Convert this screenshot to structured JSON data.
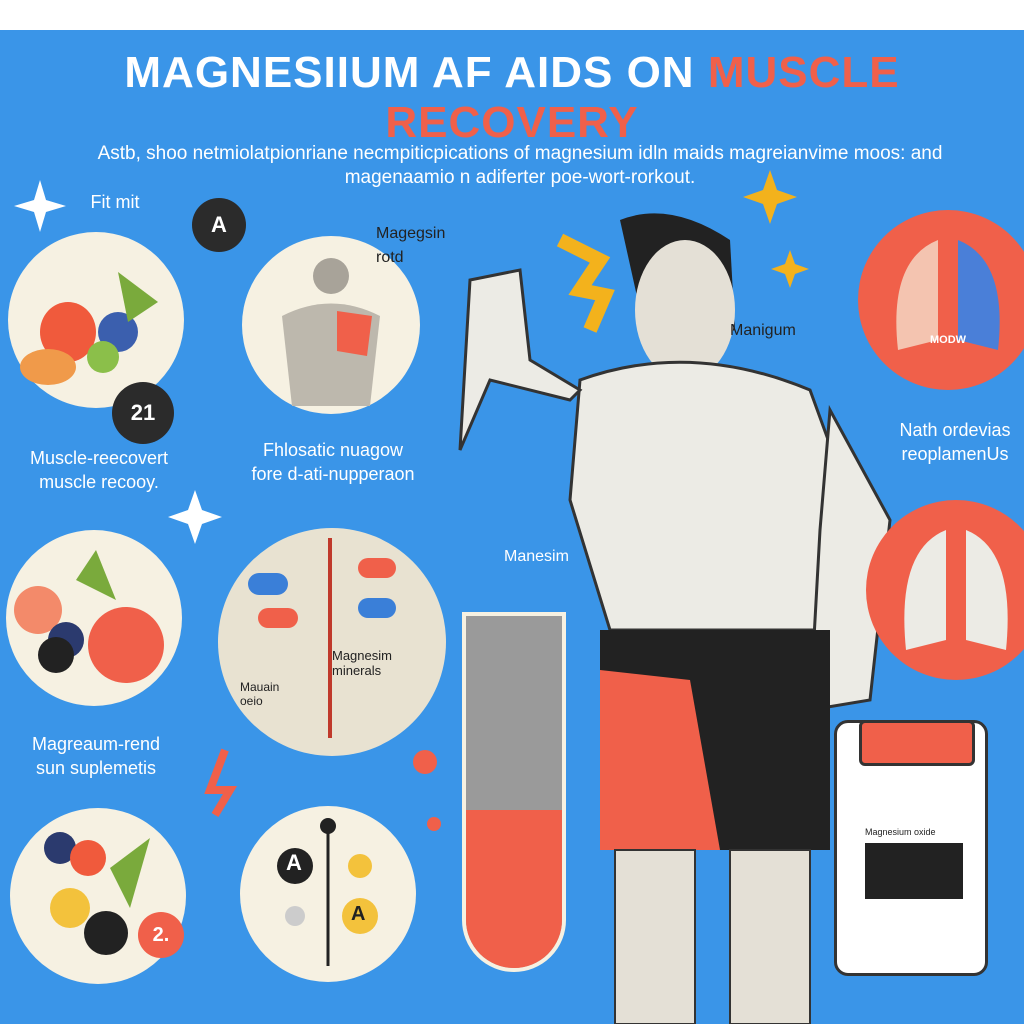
{
  "title": {
    "white": "MAGNESIIUM AF AIDS ON ",
    "red": "MUSCLE RECOVERY"
  },
  "subtitle": [
    "Astb, shoo netmiolatpionriane necmpiticpications of  magnesium idln maids  magreianvime moos: and",
    "magenaamio n adiferter poe-wort-rorkout."
  ],
  "labels": {
    "fit_mit": "Fit mit",
    "badge_a": "A",
    "magnesium_rotd": [
      "Magegsin",
      "rotd"
    ],
    "badge_21": "21",
    "muscle_recovery": [
      "Muscle-reecovert",
      "muscle recooy."
    ],
    "fhlosatic": [
      "Fhlosatic nuagow",
      "fore d-ati-nupperaon"
    ],
    "manigum": "Manigum",
    "lungs_label": "MODW",
    "nath": [
      "Nath ordevias",
      "reoplamenUs"
    ],
    "manesim": "Manesim",
    "magnesim_minerals": [
      "Magnesim",
      "minerals"
    ],
    "mauain": [
      "Mauain",
      "oeio"
    ],
    "magreum": [
      "Magreaum-rend",
      "sun suplemetis"
    ],
    "badge_2": "2.",
    "a1": "A",
    "a2": "A",
    "bottle_label": "Magnesium oxide"
  },
  "colors": {
    "background": "#3a95e8",
    "accent_red": "#f0604a",
    "cream": "#f6f1e2",
    "star": "#f3b21c"
  }
}
